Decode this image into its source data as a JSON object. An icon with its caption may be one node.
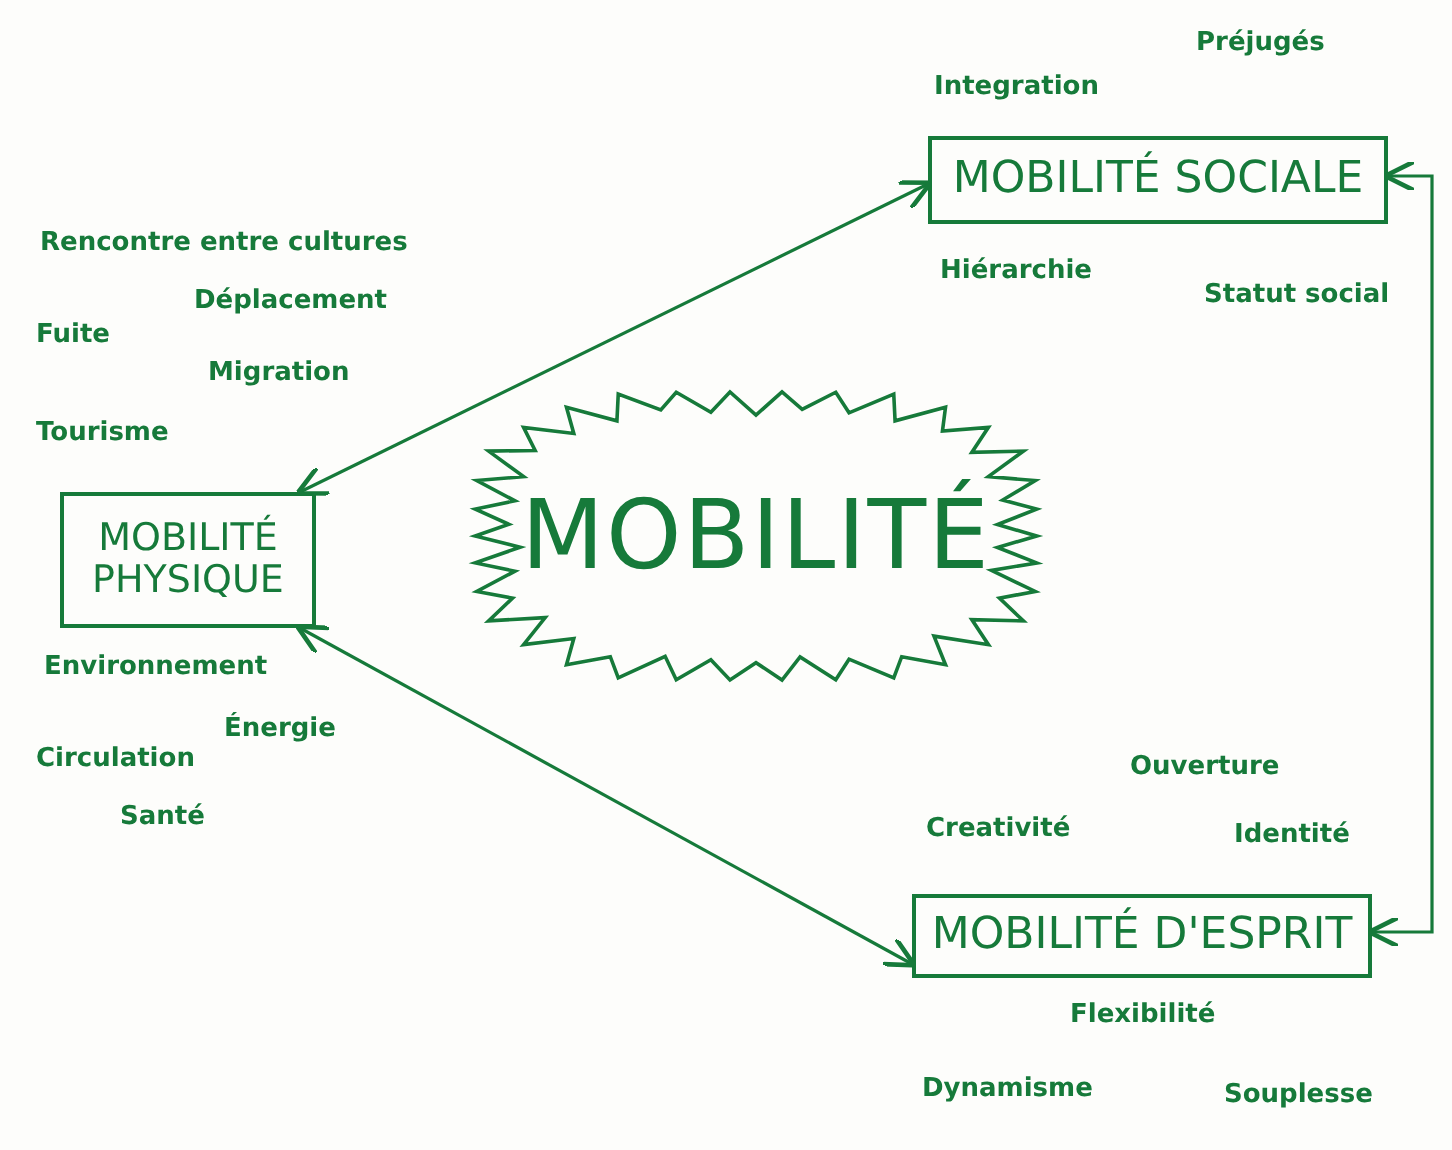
{
  "diagram": {
    "nodes": [
      {
        "text": [
          "MOBILITÉ"
        ]
      },
      {
        "text": [
          "MOBILITÉ SOCIALE"
        ],
        "beside": [
          "Préjugés",
          "Integration",
          "Hiérarchie",
          "Statut social"
        ]
      },
      {
        "text": [
          "MOBILITÉ PHYSIQUE"
        ],
        "beside": [
          "Rencontre entre cultures",
          "Déplacement",
          "Fuite",
          "Migration",
          "Tourisme",
          "Environnement",
          "Énergie",
          "Circulation",
          "Santé"
        ]
      },
      {
        "text": [
          "MOBILITÉ D'ESPRIT"
        ],
        "beside": [
          "Ouverture",
          "Creativité",
          "Identité",
          "Flexibilité",
          "Dynamisme",
          "Souplesse"
        ]
      }
    ],
    "edges": [
      {
        "from": 2,
        "to": 1,
        "arrow": "both"
      },
      {
        "from": 1,
        "to": 3,
        "arrow": "both"
      },
      {
        "from": 2,
        "to": 3,
        "arrow": "both"
      }
    ]
  }
}
